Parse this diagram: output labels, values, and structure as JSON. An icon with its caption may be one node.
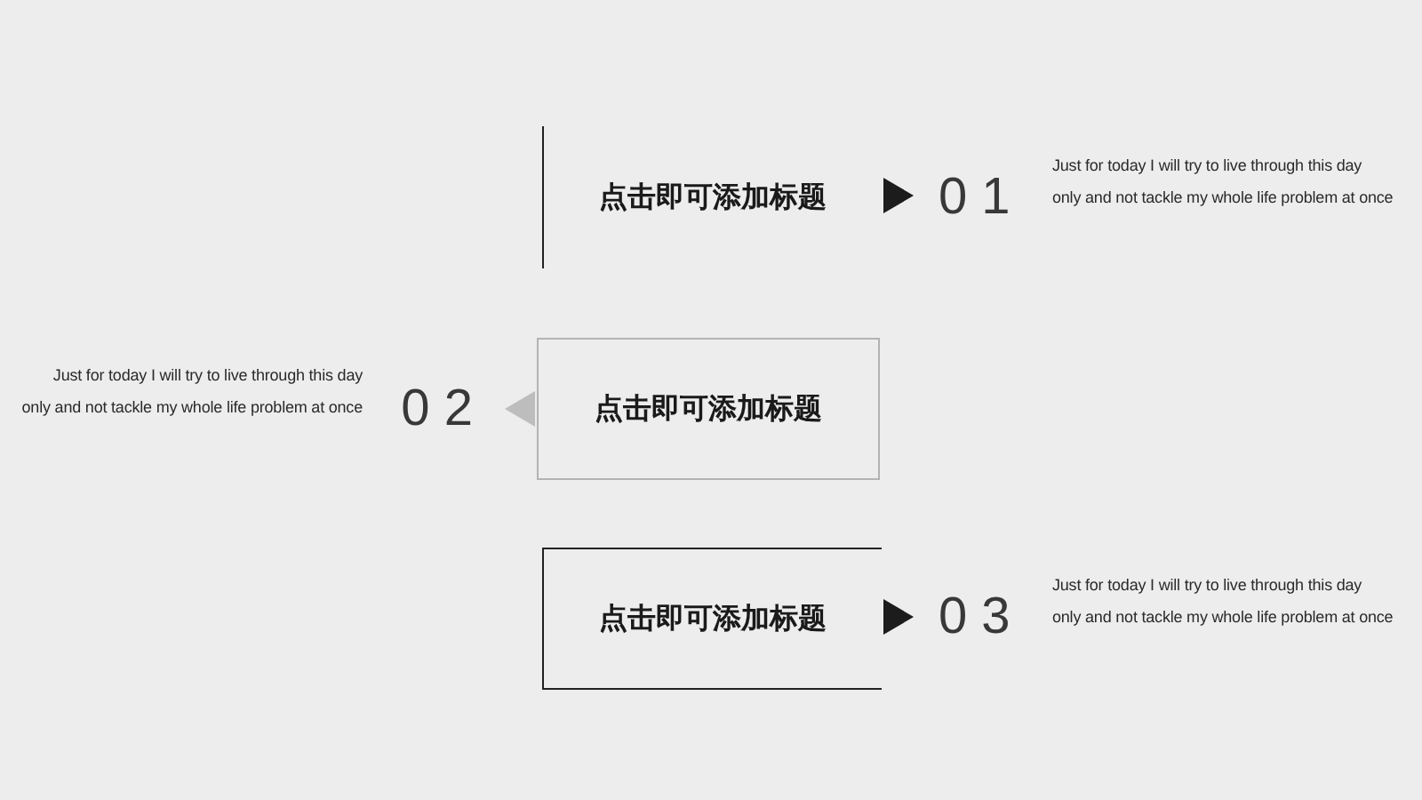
{
  "diagram": {
    "nodes": [
      {
        "text": [
          "点击即可添加标题"
        ],
        "beside": [
          "0 1",
          "Just for today I will try to live through this day only and not tackle my whole life problem at once"
        ]
      },
      {
        "text": [
          "点击即可添加标题"
        ],
        "beside": [
          "0 2",
          "Just for today I will try to live through this day only and not tackle my whole life problem at once"
        ]
      },
      {
        "text": [
          "点击即可添加标题"
        ],
        "beside": [
          "0 3",
          "Just for today I will try to live through this day only and not tackle my whole life problem at once"
        ]
      }
    ]
  }
}
